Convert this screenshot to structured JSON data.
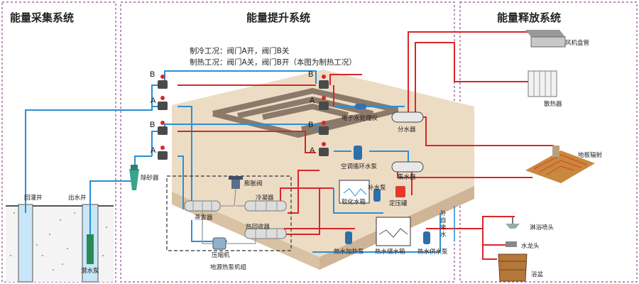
{
  "sections": {
    "collection": "能量采集系统",
    "upgrade": "能量提升系统",
    "release": "能量释放系统"
  },
  "notes": {
    "cooling": "制冷工况：阀门A开，阀门B关",
    "heating": "制热工况：阀门A关，阀门B开（本图为制热工况）"
  },
  "valve_letters": {
    "a": "A",
    "b": "B"
  },
  "labels": {
    "recharge_well": "回灌井",
    "output_well": "出水井",
    "submersible_pump": "潜水泵",
    "sand_remover": "除砂器",
    "expansion_valve": "膨胀阀",
    "condenser": "冷凝器",
    "evaporator": "蒸发器",
    "heat_recovery": "热回收器",
    "compressor": "压缩机",
    "heat_pump_unit": "地源热泵机组",
    "electronic_water_treatment": "电子水处理仪",
    "water_distributor": "分水器",
    "water_collector": "集水器",
    "ac_circulation_pump": "空调循环水泵",
    "makeup_pump": "补水泵",
    "softened_water_tank": "软化水箱",
    "pressure_tank": "定压罐",
    "tap_water": "补自来水",
    "hot_water_heating_pump": "热水加热泵",
    "hot_water_storage_tank": "热水储水箱",
    "hot_water_supply_pump": "热水供水泵",
    "fan_coil": "风机盘管",
    "radiator": "散热器",
    "floor_heating": "地板辐射",
    "shower_head": "淋浴喷头",
    "faucet": "水龙头",
    "bathtub": "浴盆"
  },
  "colors": {
    "hot_pipe": "#d7262b",
    "cold_pipe": "#2b8fd6",
    "divider": "#8a4f8a",
    "platform": "#eddcc4",
    "platform_side": "#d9c2a3"
  }
}
